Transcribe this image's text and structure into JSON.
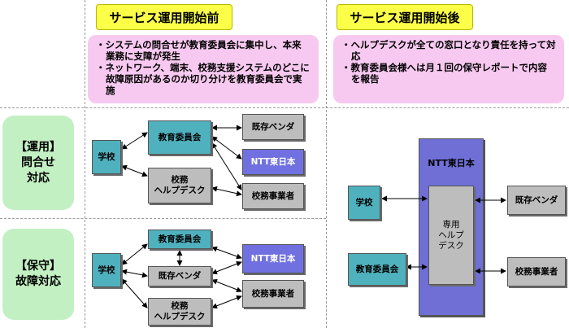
{
  "headers": {
    "before": "サービス運用開始前",
    "after": "サービス運用開始後"
  },
  "notes": {
    "before": [
      "・システムの問合せが教育委員会に集中し、本来業務に支障が発生",
      "・ネットワーク、端末、校務支援システムのどこに故障原因があるのか切り分けを教育委員会で実施"
    ],
    "after": [
      "・ヘルプデスクが全ての窓口となり責任を持って対応",
      "・教育委員会様へは月１回の保守レポートで内容を報告"
    ]
  },
  "rows": {
    "operation": "【運用】\n問合せ\n対応",
    "maintenance": "【保守】\n故障対応"
  },
  "nodes": {
    "school": "学校",
    "board": "教育委員会",
    "existing_vendor": "既存ベンダ",
    "ntt_east": "NTT東日本",
    "school_affairs_helpdesk": "校務\nヘルプデスク",
    "school_affairs_vendor": "校務事業者",
    "dedicated_helpdesk": "専用\nヘルプ\nデスク"
  },
  "colors": {
    "header_yellow": "#fbff47",
    "note_pink": "#f7c9f0",
    "row_green": "#c3f0c3",
    "school_teal": "#4fb1bd",
    "node_gray": "#bdbdbd",
    "ntt_blue": "#7070e0"
  }
}
